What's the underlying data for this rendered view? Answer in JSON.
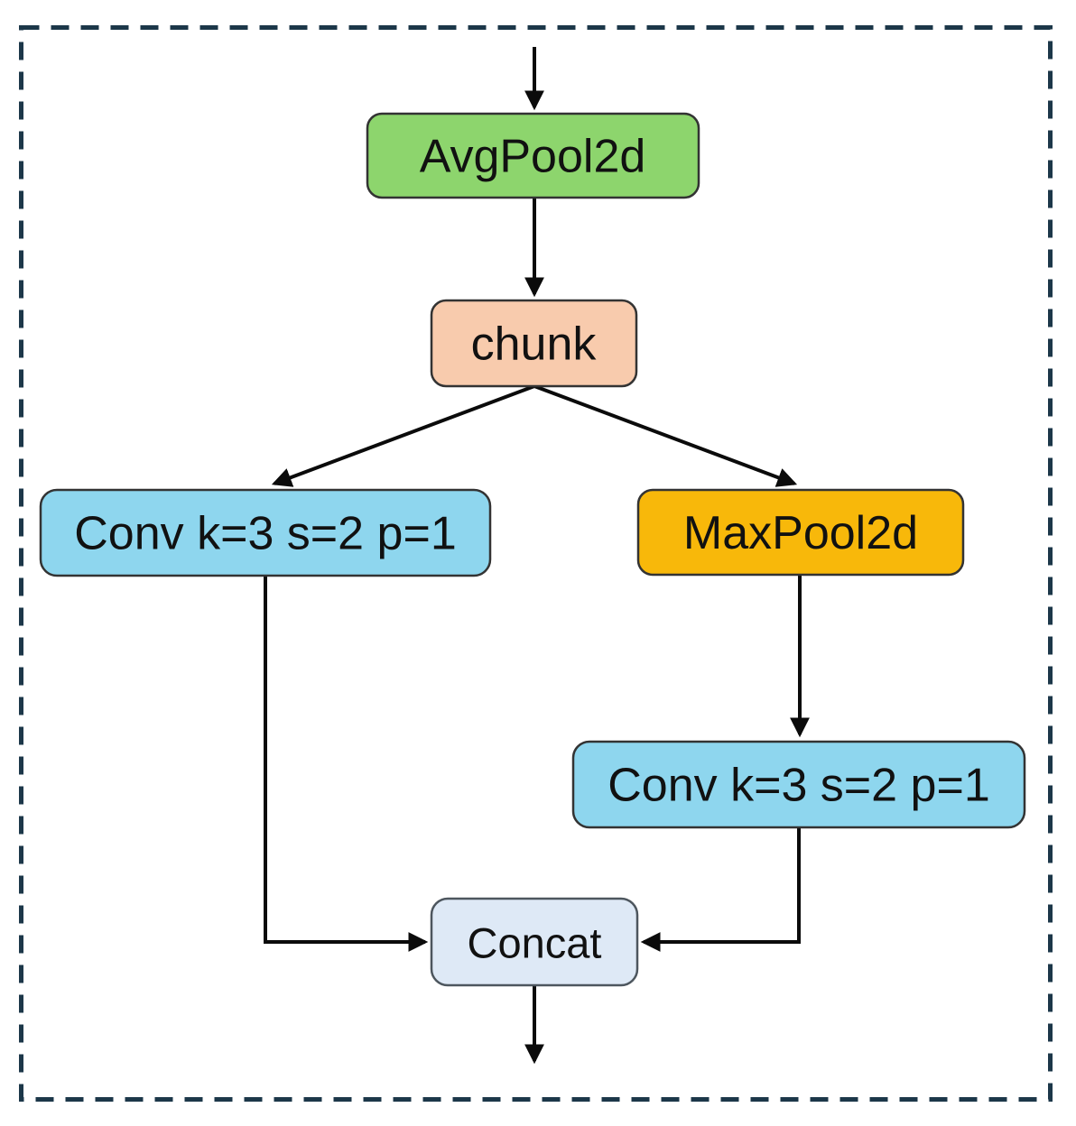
{
  "diagram": {
    "type": "flowchart",
    "description": "Neural network downsampling block: AvgPool2d feeds chunk, which splits into a Conv branch and a MaxPool2d+Conv branch, merged by Concat",
    "colors": {
      "background": "#ffffff",
      "outer_border": "#1c3749",
      "arrow": "#0b0b0b",
      "node_border": "#333333",
      "concat_border": "#4d565e"
    },
    "nodes": {
      "avgpool": {
        "label": "AvgPool2d",
        "fill": "#8dd56d"
      },
      "chunk": {
        "label": "chunk",
        "fill": "#f8cbad"
      },
      "conv_left": {
        "label": "Conv k=3 s=2 p=1",
        "fill": "#8ed6ee"
      },
      "maxpool": {
        "label": "MaxPool2d",
        "fill": "#f8b80a"
      },
      "conv_right": {
        "label": "Conv k=3 s=2 p=1",
        "fill": "#8ed6ee"
      },
      "concat": {
        "label": "Concat",
        "fill": "#dee9f6"
      }
    },
    "edges": [
      {
        "from": "input",
        "to": "avgpool"
      },
      {
        "from": "avgpool",
        "to": "chunk"
      },
      {
        "from": "chunk",
        "to": "conv_left"
      },
      {
        "from": "chunk",
        "to": "maxpool"
      },
      {
        "from": "maxpool",
        "to": "conv_right"
      },
      {
        "from": "conv_left",
        "to": "concat"
      },
      {
        "from": "conv_right",
        "to": "concat"
      },
      {
        "from": "concat",
        "to": "output"
      }
    ]
  }
}
